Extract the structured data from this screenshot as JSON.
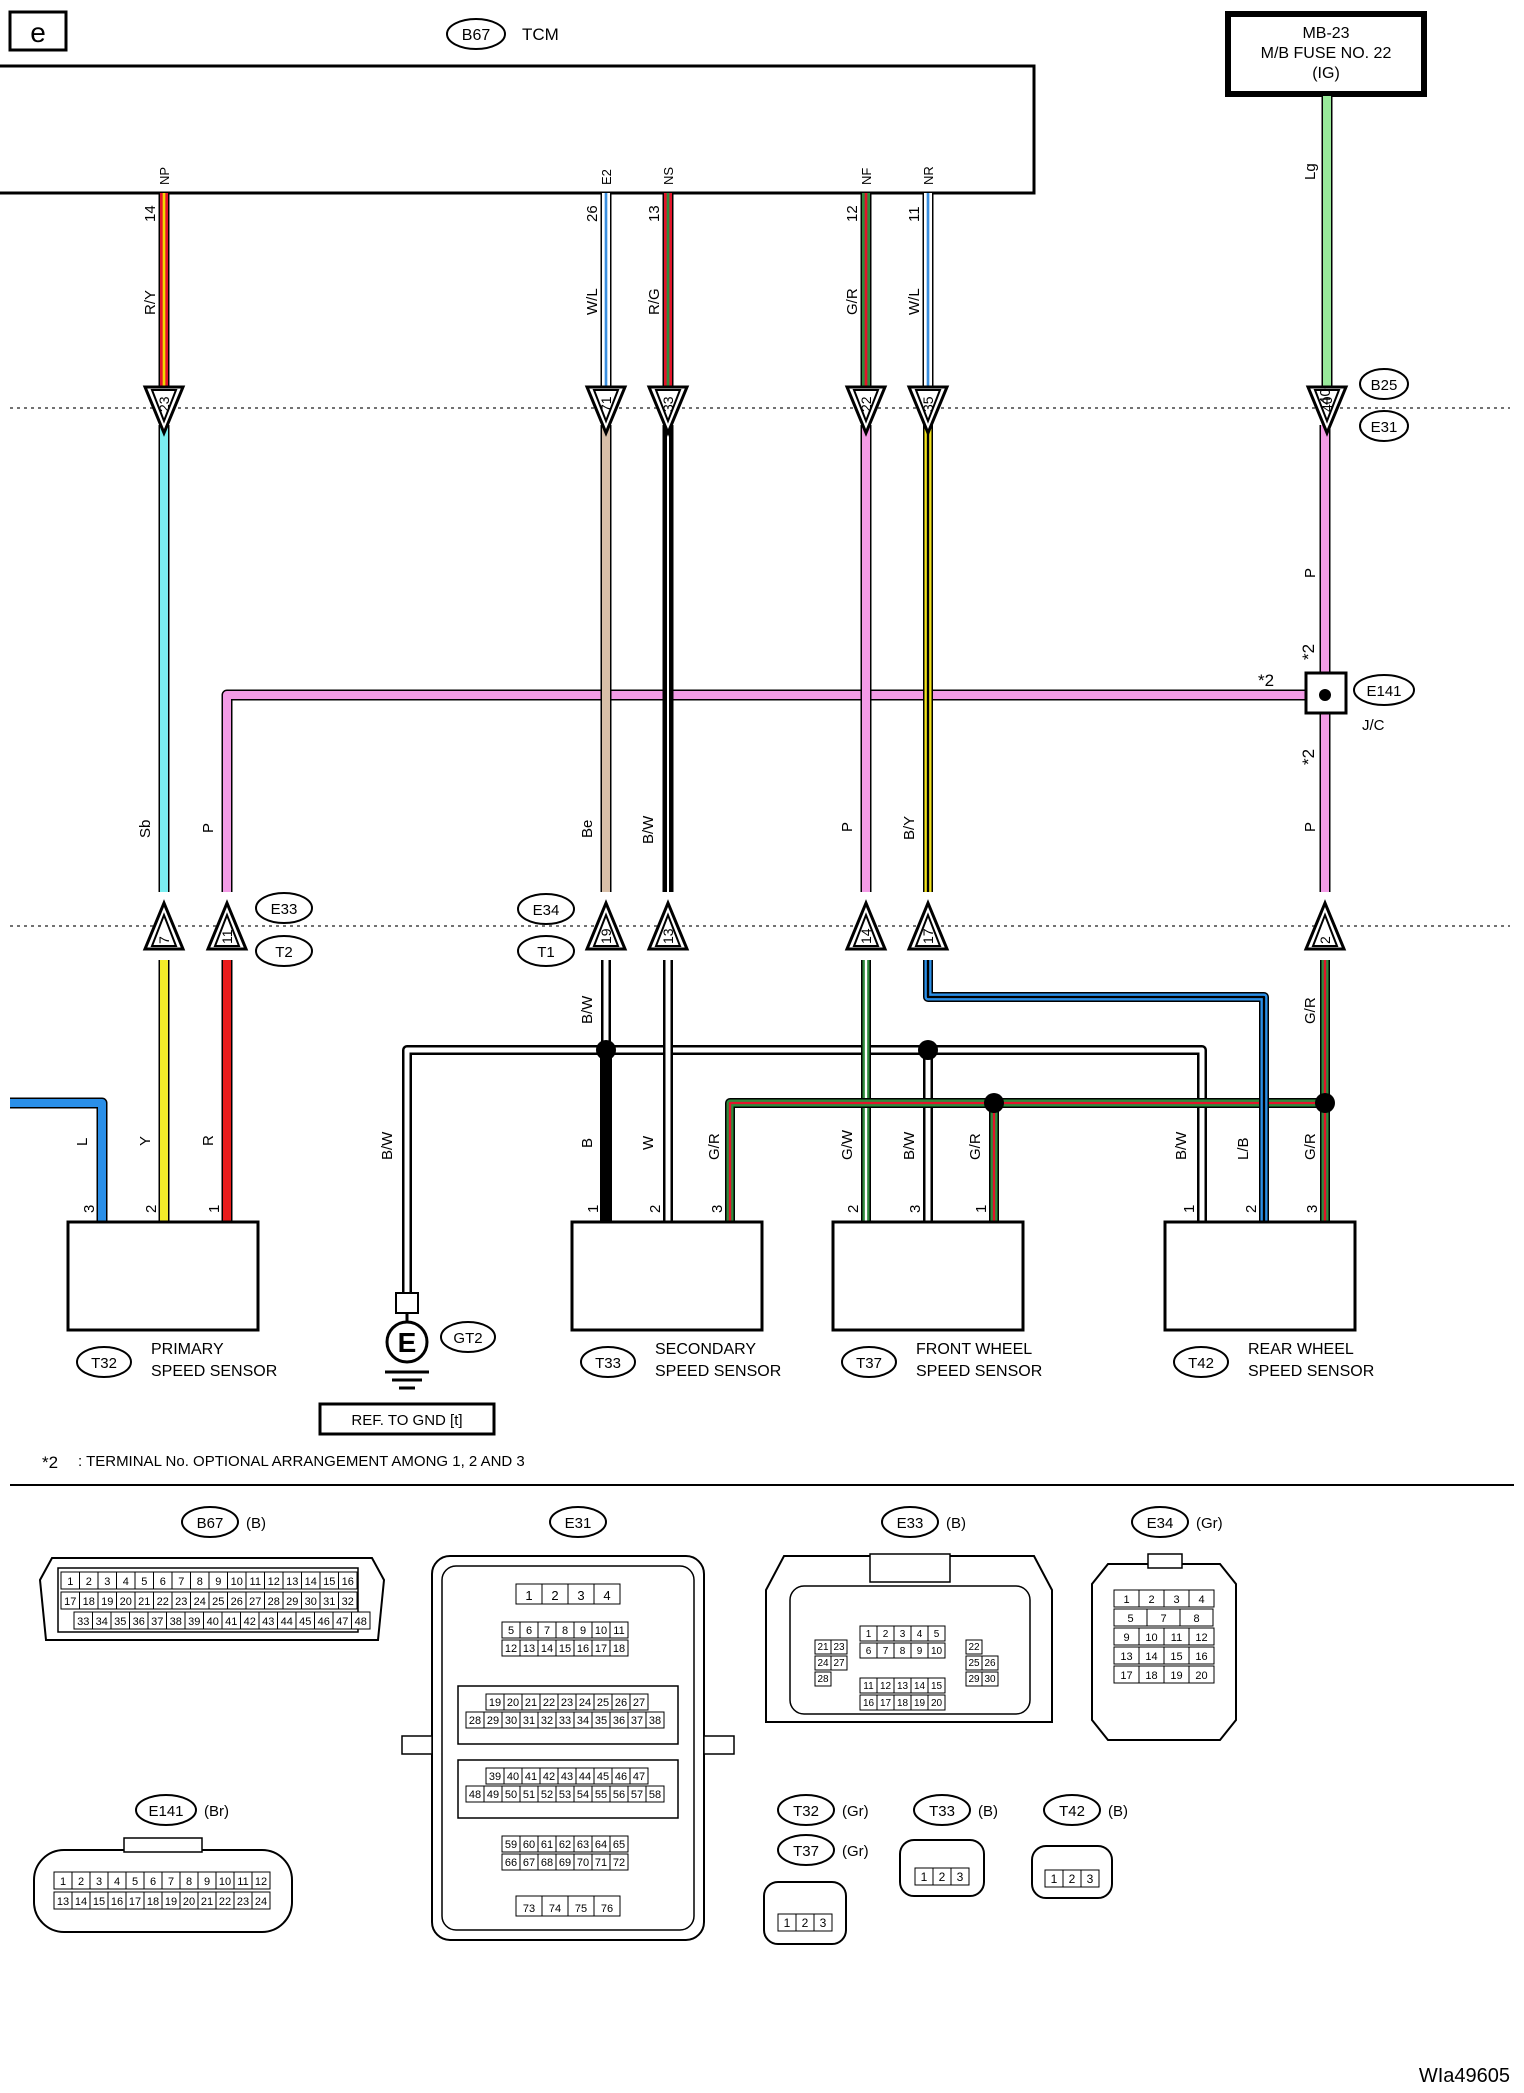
{
  "page": {
    "tag": "e",
    "figure_id": "WIa49605"
  },
  "tcm": {
    "code": "B67",
    "name": "TCM",
    "pins": [
      {
        "sig": "NP",
        "num": "14",
        "wire": "R/Y",
        "conn": "23"
      },
      {
        "sig": "E2",
        "num": "26",
        "wire": "W/L",
        "conn": "71"
      },
      {
        "sig": "NS",
        "num": "13",
        "wire": "R/G",
        "conn": "33"
      },
      {
        "sig": "NF",
        "num": "12",
        "wire": "G/R",
        "conn": "22"
      },
      {
        "sig": "NR",
        "num": "11",
        "wire": "W/L",
        "conn": "35"
      }
    ]
  },
  "fuse": {
    "line1": "MB-23",
    "line2": "M/B FUSE NO. 22",
    "line3": "(IG)",
    "wire": "Lg",
    "conn": "40",
    "tags": [
      "B25",
      "E31"
    ]
  },
  "jc": {
    "code": "E141",
    "label": "J/C",
    "star": "*2"
  },
  "mid_wires": {
    "sb": "Sb",
    "p": "P",
    "be": "Be",
    "bw": "B/W",
    "p2": "P",
    "by": "B/Y",
    "p3": "P",
    "p4": "P"
  },
  "lower_conns": {
    "left_tags": [
      "E33",
      "T2"
    ],
    "mid_tags": [
      "E34",
      "T1"
    ],
    "pins": [
      "7",
      "11",
      "19",
      "13",
      "14",
      "17",
      "2"
    ],
    "below": {
      "y": "Y",
      "r": "R",
      "bw1": "B/W",
      "w": "W",
      "g": "G/W",
      "gr": "G/R"
    }
  },
  "lower_wires": {
    "l": "L",
    "y": "Y",
    "r": "R",
    "bw": "B/W",
    "b": "B",
    "w": "W",
    "gr": "G/R",
    "gw": "G/W",
    "bw2": "B/W",
    "gr2": "G/R",
    "bw3": "B/W",
    "lb": "L/B",
    "gr3": "G/R"
  },
  "sensors": [
    {
      "code": "T32",
      "name1": "PRIMARY",
      "name2": "SPEED SENSOR",
      "pins": [
        "3",
        "2",
        "1"
      ]
    },
    {
      "code": "T33",
      "name1": "SECONDARY",
      "name2": "SPEED SENSOR",
      "pins": [
        "1",
        "2",
        "3"
      ]
    },
    {
      "code": "T37",
      "name1": "FRONT WHEEL",
      "name2": "SPEED SENSOR",
      "pins": [
        "2",
        "3",
        "1"
      ]
    },
    {
      "code": "T42",
      "name1": "REAR WHEEL",
      "name2": "SPEED SENSOR",
      "pins": [
        "1",
        "2",
        "3"
      ]
    }
  ],
  "ground": {
    "code": "GT2",
    "ref": "REF. TO GND [t]"
  },
  "note": {
    "star": "*2",
    "text": ": TERMINAL No. OPTIONAL ARRANGEMENT AMONG 1, 2 AND 3"
  },
  "connectors": [
    {
      "code": "B67",
      "color": "(B)"
    },
    {
      "code": "E31",
      "color": ""
    },
    {
      "code": "E33",
      "color": "(B)"
    },
    {
      "code": "E34",
      "color": "(Gr)"
    },
    {
      "code": "E141",
      "color": "(Br)"
    },
    {
      "code": "T32",
      "color": "(Gr)"
    },
    {
      "code": "T37",
      "color": "(Gr)"
    },
    {
      "code": "T33",
      "color": "(B)"
    },
    {
      "code": "T42",
      "color": "(B)"
    }
  ],
  "b67_rows": [
    [
      "1",
      "2",
      "3",
      "4",
      "5",
      "6",
      "7",
      "8",
      "9",
      "10",
      "11",
      "12",
      "13",
      "14",
      "15",
      "16"
    ],
    [
      "17",
      "18",
      "19",
      "20",
      "21",
      "22",
      "23",
      "24",
      "25",
      "26",
      "27",
      "28",
      "29",
      "30",
      "31",
      "32"
    ],
    [
      "33",
      "34",
      "35",
      "36",
      "37",
      "38",
      "39",
      "40",
      "41",
      "42",
      "43",
      "44",
      "45",
      "46",
      "47",
      "48"
    ]
  ],
  "e31_rows": [
    [
      "1",
      "2",
      "3",
      "4"
    ],
    [
      "5",
      "6",
      "7",
      "8",
      "9",
      "10",
      "11"
    ],
    [
      "12",
      "13",
      "14",
      "15",
      "16",
      "17",
      "18"
    ],
    [
      "19",
      "20",
      "21",
      "22",
      "23",
      "24",
      "25",
      "26",
      "27"
    ],
    [
      "28",
      "29",
      "30",
      "31",
      "32",
      "33",
      "34",
      "35",
      "36",
      "37",
      "38"
    ],
    [
      "39",
      "40",
      "41",
      "42",
      "43",
      "44",
      "45",
      "46",
      "47"
    ],
    [
      "48",
      "49",
      "50",
      "51",
      "52",
      "53",
      "54",
      "55",
      "56",
      "57",
      "58"
    ],
    [
      "59",
      "60",
      "61",
      "62",
      "63",
      "64",
      "65"
    ],
    [
      "66",
      "67",
      "68",
      "69",
      "70",
      "71",
      "72"
    ],
    [
      "73",
      "74",
      "75",
      "76"
    ]
  ],
  "e33_rows": {
    "left": [
      "21",
      "23",
      "24",
      "27",
      "28"
    ],
    "mid1": [
      "1",
      "2",
      "3",
      "4",
      "5"
    ],
    "mid2": [
      "6",
      "7",
      "8",
      "9",
      "10"
    ],
    "mid3": [
      "11",
      "12",
      "13",
      "14",
      "15"
    ],
    "mid4": [
      "16",
      "17",
      "18",
      "19",
      "20"
    ],
    "right": [
      "22",
      "25",
      "26",
      "29",
      "30"
    ]
  },
  "e34_rows": [
    [
      "1",
      "2",
      "3",
      "4"
    ],
    [
      "5",
      "7",
      "8"
    ],
    [
      "9",
      "10",
      "11",
      "12"
    ],
    [
      "13",
      "14",
      "15",
      "16"
    ],
    [
      "17",
      "18",
      "19",
      "20"
    ]
  ],
  "e141_rows": [
    [
      "1",
      "2",
      "3",
      "4",
      "5",
      "6",
      "7",
      "8",
      "9",
      "10",
      "11",
      "12"
    ],
    [
      "13",
      "14",
      "15",
      "16",
      "17",
      "18",
      "19",
      "20",
      "21",
      "22",
      "23",
      "24"
    ]
  ],
  "tri": [
    "1",
    "2",
    "3"
  ]
}
